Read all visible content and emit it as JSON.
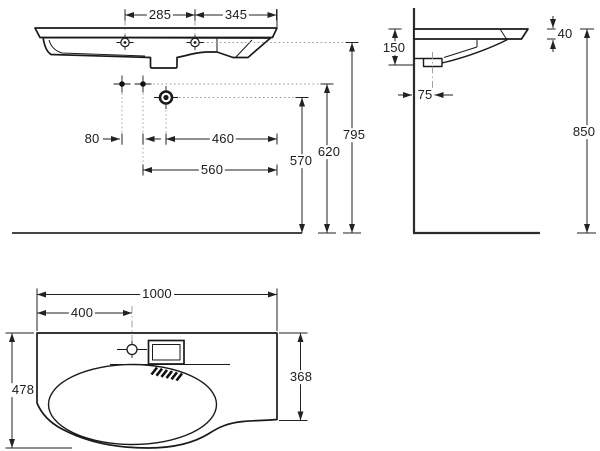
{
  "drawing": {
    "type": "washbasin-dimension-drawing",
    "line_color": "#1a1a1a",
    "reference_line_color": "#999999",
    "background": "#ffffff"
  },
  "views": {
    "front": {
      "dims": {
        "faucet_hole_spacing": "285",
        "faucet_hole_to_right_edge": "345",
        "fixing_bolt_spacing": "80",
        "drain_to_right_edge": "460",
        "bolts_to_right_edge": "560",
        "drain_height": "570",
        "bolt_height": "620",
        "faucet_hole_height": "795"
      }
    },
    "side": {
      "dims": {
        "body_depth_at_wall": "150",
        "rim_thickness": "40",
        "drain_wall_offset": "75",
        "rim_mounting_height": "850"
      }
    },
    "plan": {
      "dims": {
        "overall_width": "1000",
        "faucet_center_from_left": "400",
        "overall_depth_left": "478",
        "right_wing_depth": "368"
      }
    }
  }
}
